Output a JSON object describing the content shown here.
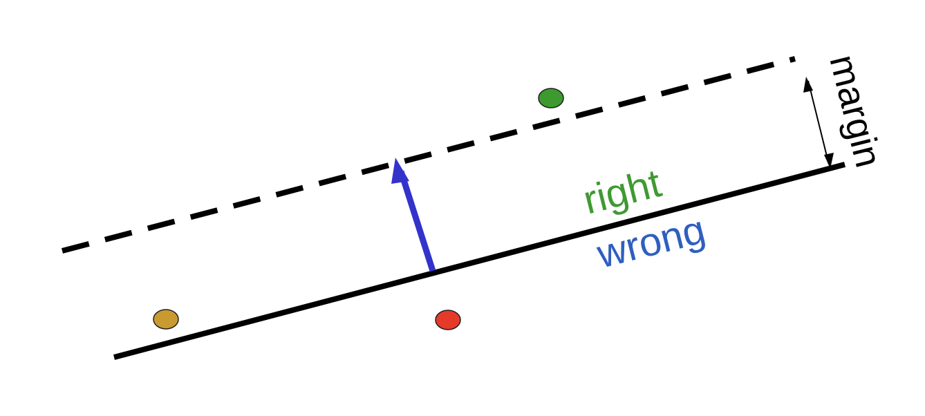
{
  "labels": {
    "right": "right",
    "wrong": "wrong",
    "margin": "margin"
  },
  "colors": {
    "right_text": "#3f9a32",
    "wrong_text": "#2f5fbf",
    "arrow": "#3333cc",
    "line": "#000000",
    "point_green": "#3d9a2e",
    "point_red": "#e53a2a",
    "point_gold": "#c99a30"
  },
  "points": [
    {
      "name": "green-point",
      "color": "point_green"
    },
    {
      "name": "red-point",
      "color": "point_red"
    },
    {
      "name": "gold-point",
      "color": "point_gold"
    }
  ]
}
